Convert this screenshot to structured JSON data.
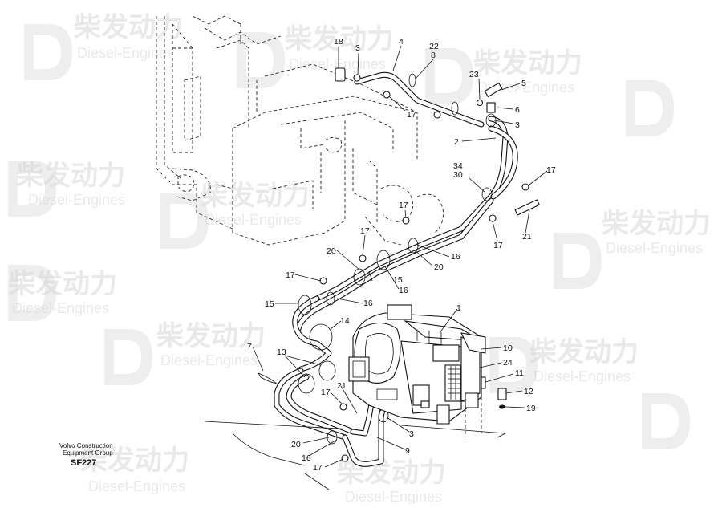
{
  "watermark": {
    "brand": "柴发动力",
    "sub": "Diesel-Engines"
  },
  "footer": {
    "company_line1": "Volvo Construction",
    "company_line2": "Equipment Group",
    "code": "SF227"
  },
  "callouts": [
    {
      "id": "c18",
      "text": "18"
    },
    {
      "id": "c3a",
      "text": "3"
    },
    {
      "id": "c4",
      "text": "4"
    },
    {
      "id": "c22",
      "text": "22"
    },
    {
      "id": "c8",
      "text": "8"
    },
    {
      "id": "c17a",
      "text": "17"
    },
    {
      "id": "c23",
      "text": "23"
    },
    {
      "id": "c5",
      "text": "5"
    },
    {
      "id": "c6",
      "text": "6"
    },
    {
      "id": "c3b",
      "text": "3"
    },
    {
      "id": "c2",
      "text": "2"
    },
    {
      "id": "c34",
      "text": "34"
    },
    {
      "id": "c30",
      "text": "30"
    },
    {
      "id": "c17b",
      "text": "17"
    },
    {
      "id": "c21a",
      "text": "21"
    },
    {
      "id": "c17c",
      "text": "17"
    },
    {
      "id": "c17d",
      "text": "17"
    },
    {
      "id": "c17e",
      "text": "17"
    },
    {
      "id": "c20a",
      "text": "20"
    },
    {
      "id": "c16a",
      "text": "16"
    },
    {
      "id": "c20b",
      "text": "20"
    },
    {
      "id": "c15a",
      "text": "15"
    },
    {
      "id": "c16b",
      "text": "16"
    },
    {
      "id": "c17f",
      "text": "17"
    },
    {
      "id": "c15b",
      "text": "15"
    },
    {
      "id": "c16c",
      "text": "16"
    },
    {
      "id": "c1",
      "text": "1"
    },
    {
      "id": "c14",
      "text": "14"
    },
    {
      "id": "c7",
      "text": "7"
    },
    {
      "id": "c13",
      "text": "13"
    },
    {
      "id": "c10",
      "text": "10"
    },
    {
      "id": "c24",
      "text": "24"
    },
    {
      "id": "c11",
      "text": "11"
    },
    {
      "id": "c12",
      "text": "12"
    },
    {
      "id": "c19",
      "text": "19"
    },
    {
      "id": "c17g",
      "text": "17"
    },
    {
      "id": "c21b",
      "text": "21"
    },
    {
      "id": "c3c",
      "text": "3"
    },
    {
      "id": "c20c",
      "text": "20"
    },
    {
      "id": "c9",
      "text": "9"
    },
    {
      "id": "c16d",
      "text": "16"
    },
    {
      "id": "c17h",
      "text": "17"
    }
  ]
}
